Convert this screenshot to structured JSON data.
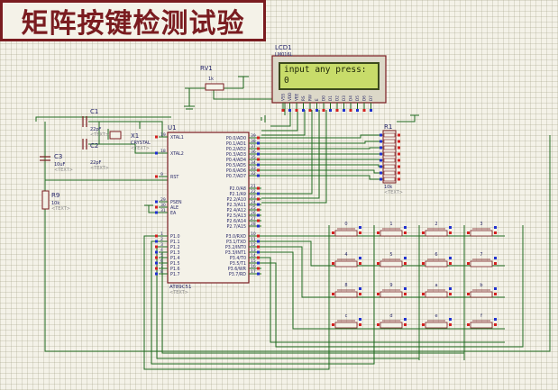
{
  "title": "矩阵按键检测试验",
  "lcd": {
    "ref": "LCD1",
    "model": "LM016L",
    "line1": "input any press:",
    "line2": "0",
    "pins": [
      "VSS",
      "VDD",
      "VEE",
      "RS",
      "RW",
      "E",
      "D0",
      "D1",
      "D2",
      "D3",
      "D4",
      "D5",
      "D6",
      "D7"
    ]
  },
  "rv1": {
    "ref": "RV1",
    "value": "1k"
  },
  "x1": {
    "ref": "X1",
    "value": "CRYSTAL",
    "text": "<TEXT>"
  },
  "c1": {
    "ref": "C1",
    "value": "22pF",
    "text": "<TEXT>"
  },
  "c2": {
    "ref": "C2",
    "value": "22pF",
    "text": "<TEXT>"
  },
  "c3": {
    "ref": "C3",
    "value": "10uF",
    "text": "<TEXT>"
  },
  "r9": {
    "ref": "R9",
    "value": "10k",
    "text": "<TEXT>"
  },
  "r1": {
    "ref": "R1",
    "value": "10k",
    "text": "<TEXT>"
  },
  "u1": {
    "ref": "U1",
    "model": "AT89C51",
    "text": "<TEXT>",
    "left_pins": [
      {
        "num": "19",
        "name": "XTAL1"
      },
      {
        "num": "18",
        "name": "XTAL2"
      },
      {
        "num": "9",
        "name": "RST"
      },
      {
        "num": "29",
        "name": "PSEN"
      },
      {
        "num": "30",
        "name": "ALE"
      },
      {
        "num": "31",
        "name": "EA"
      },
      {
        "num": "1",
        "name": "P1.0"
      },
      {
        "num": "2",
        "name": "P1.1"
      },
      {
        "num": "3",
        "name": "P1.2"
      },
      {
        "num": "4",
        "name": "P1.3"
      },
      {
        "num": "5",
        "name": "P1.4"
      },
      {
        "num": "6",
        "name": "P1.5"
      },
      {
        "num": "7",
        "name": "P1.6"
      },
      {
        "num": "8",
        "name": "P1.7"
      }
    ],
    "right_pins": [
      {
        "num": "39",
        "name": "P0.0/AD0"
      },
      {
        "num": "38",
        "name": "P0.1/AD1"
      },
      {
        "num": "37",
        "name": "P0.2/AD2"
      },
      {
        "num": "36",
        "name": "P0.3/AD3"
      },
      {
        "num": "35",
        "name": "P0.4/AD4"
      },
      {
        "num": "34",
        "name": "P0.5/AD5"
      },
      {
        "num": "33",
        "name": "P0.6/AD6"
      },
      {
        "num": "32",
        "name": "P0.7/AD7"
      },
      {
        "num": "21",
        "name": "P2.0/A8"
      },
      {
        "num": "22",
        "name": "P2.1/A9"
      },
      {
        "num": "23",
        "name": "P2.2/A10"
      },
      {
        "num": "24",
        "name": "P2.3/A11"
      },
      {
        "num": "25",
        "name": "P2.4/A12"
      },
      {
        "num": "26",
        "name": "P2.5/A13"
      },
      {
        "num": "27",
        "name": "P2.6/A14"
      },
      {
        "num": "28",
        "name": "P2.7/A15"
      },
      {
        "num": "10",
        "name": "P3.0/RXD"
      },
      {
        "num": "11",
        "name": "P3.1/TXD"
      },
      {
        "num": "12",
        "name": "P3.2/INT0"
      },
      {
        "num": "13",
        "name": "P3.3/INT1"
      },
      {
        "num": "14",
        "name": "P3.4/T0"
      },
      {
        "num": "15",
        "name": "P3.5/T1"
      },
      {
        "num": "16",
        "name": "P3.6/WR"
      },
      {
        "num": "17",
        "name": "P3.7/RD"
      }
    ]
  },
  "keys": [
    "0",
    "1",
    "2",
    "3",
    "4",
    "5",
    "6",
    "7",
    "8",
    "9",
    "a",
    "b",
    "c",
    "d",
    "e",
    "f"
  ],
  "colors": {
    "wire": "#1f6b1f",
    "component": "#7a1c20",
    "label": "#1f1f66",
    "pin_red": "#d42020",
    "pin_blue": "#2030d0",
    "lcd_screen": "#c8dc6a"
  }
}
